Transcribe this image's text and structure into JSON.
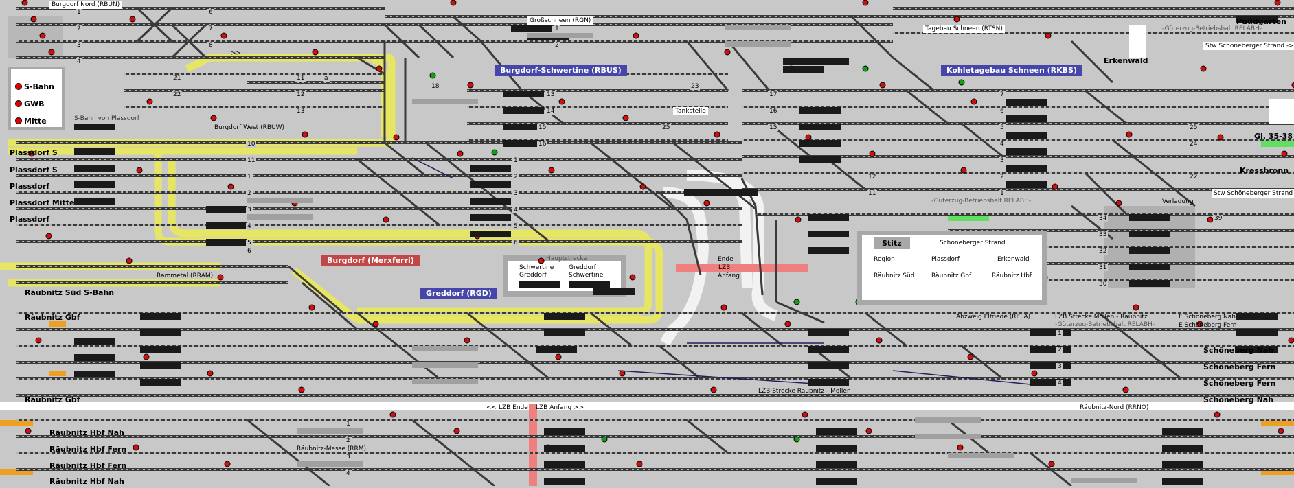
{
  "colors": {
    "background": "#c8c8c8",
    "track": "#3a3a3a",
    "sleeper": "#ffffff",
    "highlight_yellow": "#e6e664",
    "highlight_white": "#f2f2f2",
    "signal_red": "#d01010",
    "signal_green": "#10a010",
    "banner_blue": "#4646a8",
    "banner_red": "#c04848",
    "lzb_pink": "#f08080",
    "orange": "#f0a020",
    "blocked_green": "#60e060",
    "panel_gray": "#a8a8a8",
    "display_black": "#1a1a1a"
  },
  "legend": {
    "items": [
      "S-Bahn",
      "GWB",
      "Mitte"
    ]
  },
  "banners": {
    "rbus": "Burgdorf-Schwertine (RBUS)",
    "rkbs": "Kohletagebau Schneen (RKBS)",
    "merxferri": "Burgdorf (Merxferri)",
    "rgd": "Greddorf (RGD)"
  },
  "stations_left": [
    "Plassdorf S",
    "Plassdorf S",
    "Plassdorf",
    "Plassdorf Mitte",
    "Plassdorf",
    "Räubnitz Süd S-Bahn",
    "Räubnitz Gbf",
    "Räubnitz Gbf",
    "Räubnitz Hbf Nah",
    "Räubnitz Hbf Fern",
    "Räubnitz Hbf Fern",
    "Räubnitz Hbf Nah"
  ],
  "stations_right": [
    "Puddgarten",
    "Erkenwald",
    "Gl. 35-38",
    "Kressbronn",
    "Schöneberg Nah",
    "Schöneberg Fern",
    "Schöneberg Fern",
    "Schöneberg Nah"
  ],
  "labels": {
    "burgdorf_nord": "Burgdorf Nord (RBUN)",
    "grossschneen": "Großschneen (RGN)",
    "tagebau": "Tagebau Schneen (RTSN)",
    "gueterzug_top": "-Güterzug-Betriebshalt RELABH-",
    "stw_top": "Stw Schöneberger Strand ->",
    "sbahn_von_plassdorf": "S-Bahn von Plassdorf",
    "burgdorf_west": "Burgdorf West (RBUW)",
    "tankstelle": "Tankstelle",
    "gueterzug_mid": "-Güterzug-Betriebshalt RELABH-",
    "stw_mid": "Stw Schöneberger Strand -->",
    "verladung": "Verladung",
    "rammetal": "Rammetal (RRAM)",
    "hauptstrecke": "Hauptstrecke",
    "schwertine_greddorf": "Schwertine\nGreddorf",
    "greddorf_schwertine": "Greddorf\nSchwertine",
    "ende": "Ende",
    "lzb": "LZB",
    "anfang": "Anfang",
    "abzweig": "Abzweig Elfriede (RELA)",
    "lzb_strecke_top": "LZB Strecke Mollen - Räubnitz",
    "gueterzug_low": "-Güterzug-Betriebshalt RELABH-",
    "e_schoeneberg_nah": "E Schöneberg Nah",
    "e_schoeneberg_fern": "E Schöneberg Fern",
    "lzb_strecke_bottom": "LZB Strecke Räubnitz - Mollen",
    "lzb_ende": "<< LZB Ende",
    "lzb_anfang": "LZB Anfang >>",
    "raeubnitz_nord": "Räubnitz-Nord (RRNO)",
    "raeubnitz_messe": "Räubnitz-Messe (RRM)",
    "zeichen": ">>"
  },
  "stitz": {
    "title": "Stitz",
    "header_right": "Schöneberger Strand",
    "col_region": "Region",
    "col_plassdorf": "Plassdorf",
    "col_erkenwald": "Erkenwald",
    "r_sued": "Räubnitz Süd",
    "r_gbf": "Räubnitz Gbf",
    "r_hbf": "Räubnitz Hbf"
  },
  "track_numbers": {
    "top_left": [
      "1",
      "2",
      "3",
      "4"
    ],
    "burgdorf_nord": [
      "6",
      "7",
      "8"
    ],
    "grossschneen": [
      "1",
      "2"
    ],
    "burgdorf_mid": [
      "21",
      "22",
      "11",
      "12",
      "13",
      "a"
    ],
    "rbus": [
      "18",
      "13",
      "14",
      "15",
      "16",
      "23",
      "25"
    ],
    "rkbs": [
      "17",
      "16",
      "15",
      "7",
      "6",
      "5",
      "4",
      "3",
      "2",
      "1",
      "25",
      "24",
      "22",
      "12",
      "11"
    ],
    "west": [
      "10",
      "11",
      "1",
      "2",
      "3",
      "4",
      "5",
      "6"
    ],
    "central": [
      "1",
      "2",
      "3",
      "4",
      "5",
      "6"
    ],
    "verladung": [
      "34",
      "33",
      "32",
      "31",
      "30",
      "39"
    ],
    "lower_right": [
      "1",
      "2",
      "3",
      "4"
    ],
    "bottom": [
      "1",
      "2",
      "3",
      "4"
    ]
  }
}
